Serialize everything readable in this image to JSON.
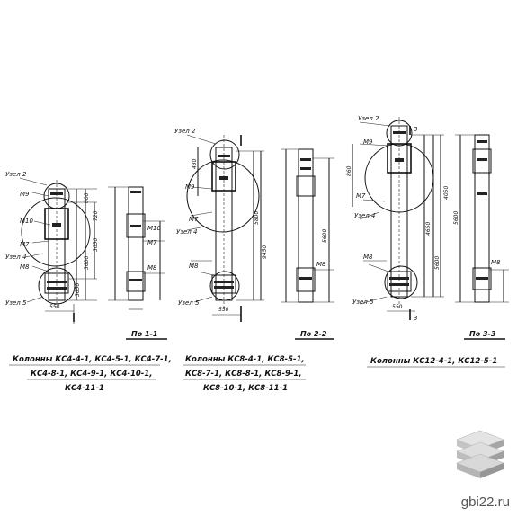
{
  "nodes": {
    "n2": "Узел 2",
    "n4": "Узел 4",
    "n5": "Узел 5"
  },
  "marks": {
    "m7": "М7",
    "m8": "М8",
    "m9": "М9",
    "m10": "М10",
    "three": "3"
  },
  "sections": {
    "s1": "По 1-1",
    "s2": "По 2-2",
    "s3": "По 3-3"
  },
  "captions": {
    "g1": [
      "Колонны КС4-4-1, КС4-5-1, КС4-7-1,",
      "КС4-8-1, КС4-9-1, КС4-10-1,",
      "КС4-11-1"
    ],
    "g2": [
      "Колонны КС8-4-1, КС8-5-1,",
      "КС8-7-1, КС8-8-1, КС8-9-1,",
      "КС8-10-1, КС8-11-1"
    ],
    "g3": [
      "Колонны КС12-4-1, КС12-5-1"
    ]
  },
  "dims": {
    "g1": {
      "d3650": "3650",
      "d3600": "3600",
      "d3050": "3050",
      "d600": "600",
      "d720": "720",
      "d550": "550"
    },
    "g2": {
      "d9450": "9450",
      "d5800": "5800",
      "d550": "550",
      "d430": "430"
    },
    "g3": {
      "d4650": "4650",
      "d5600": "5600",
      "d4050": "4050",
      "d860": "860",
      "d550": "550"
    },
    "side": {
      "d3600": "3600",
      "d5600": "5600"
    }
  },
  "brand": "gbi22.ru",
  "colors": {
    "line": "#111111",
    "brand_text": "#555555",
    "logo_light": "#d9d9d9",
    "logo_dark": "#9a9a9a"
  },
  "icons": {
    "logo": "stacked-slabs-logo"
  }
}
